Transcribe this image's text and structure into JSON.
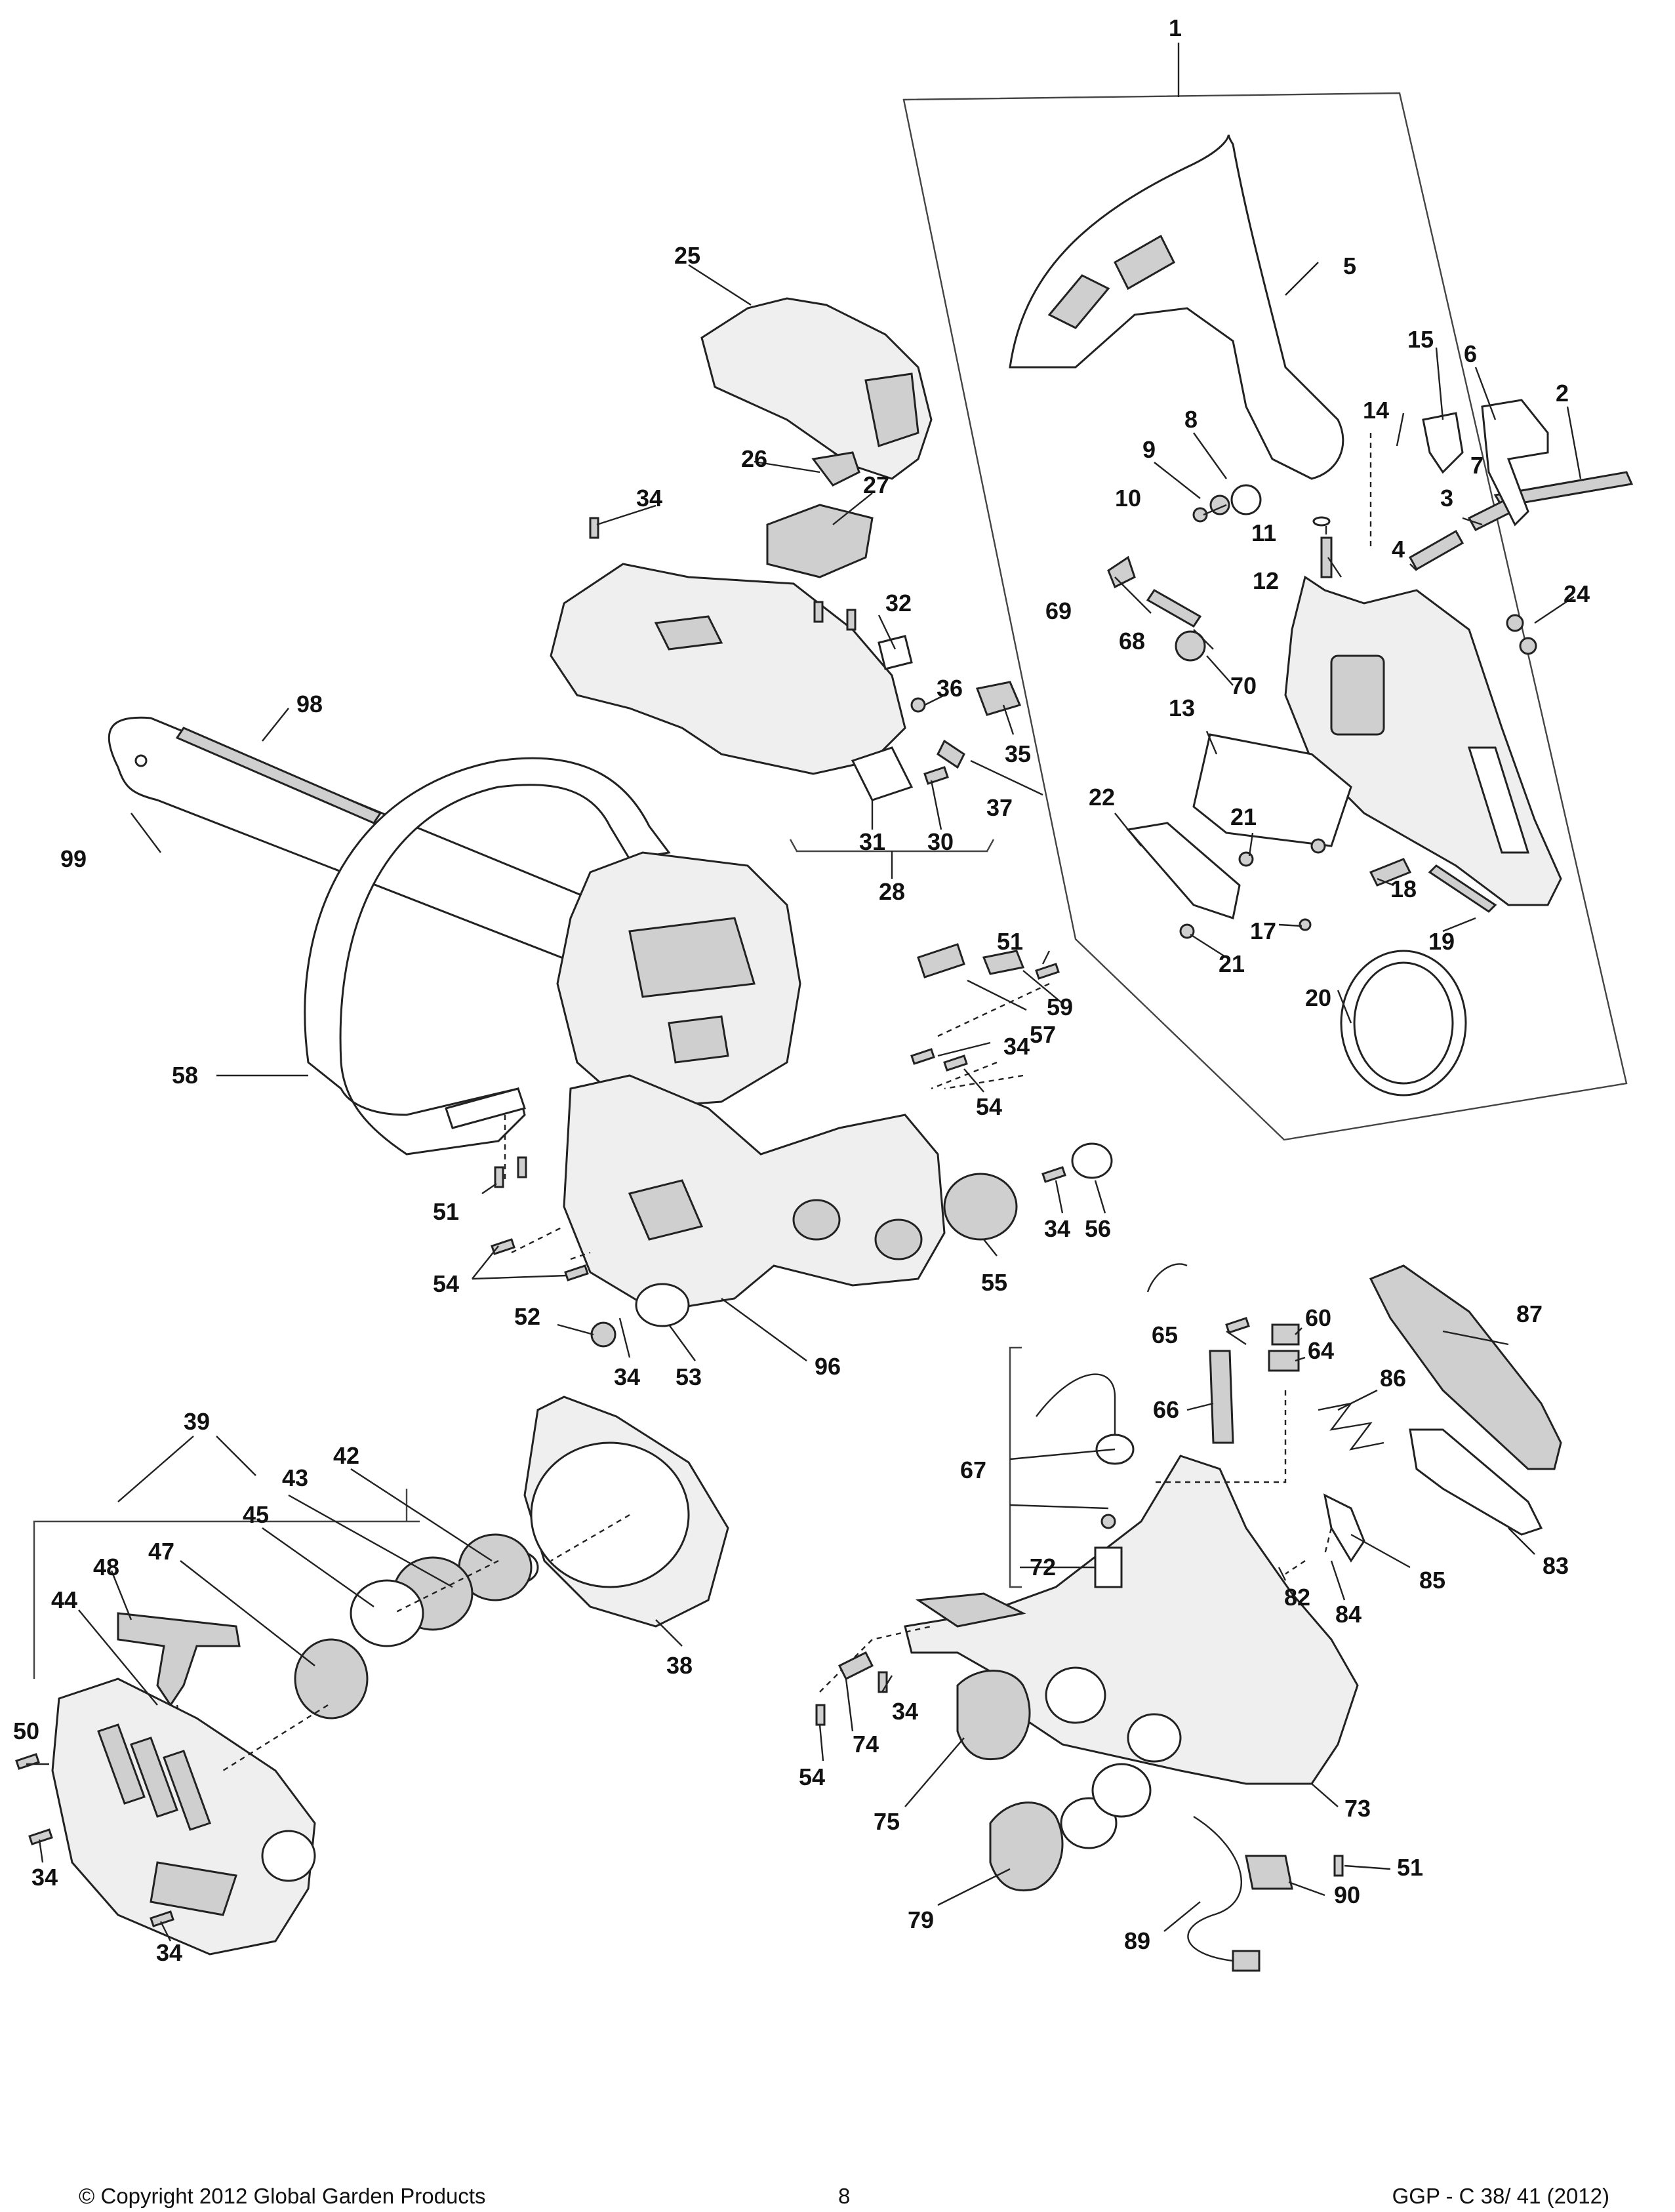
{
  "callouts": [
    "1",
    "2",
    "3",
    "4",
    "5",
    "6",
    "7",
    "8",
    "9",
    "10",
    "11",
    "12",
    "13",
    "14",
    "15",
    "17",
    "18",
    "19",
    "20",
    "21",
    "22",
    "24",
    "25",
    "26",
    "27",
    "28",
    "30",
    "31",
    "32",
    "34",
    "35",
    "36",
    "37",
    "38",
    "39",
    "42",
    "43",
    "44",
    "45",
    "47",
    "48",
    "50",
    "51",
    "52",
    "53",
    "54",
    "55",
    "56",
    "57",
    "58",
    "59",
    "60",
    "64",
    "65",
    "66",
    "67",
    "68",
    "69",
    "70",
    "72",
    "73",
    "74",
    "75",
    "79",
    "82",
    "83",
    "84",
    "85",
    "86",
    "87",
    "89",
    "90",
    "96",
    "98",
    "99"
  ],
  "footer": {
    "copyright": "© Copyright 2012 Global Garden Products",
    "page_number": "8",
    "doc_code": "GGP - C 38/ 41 (2012)"
  }
}
